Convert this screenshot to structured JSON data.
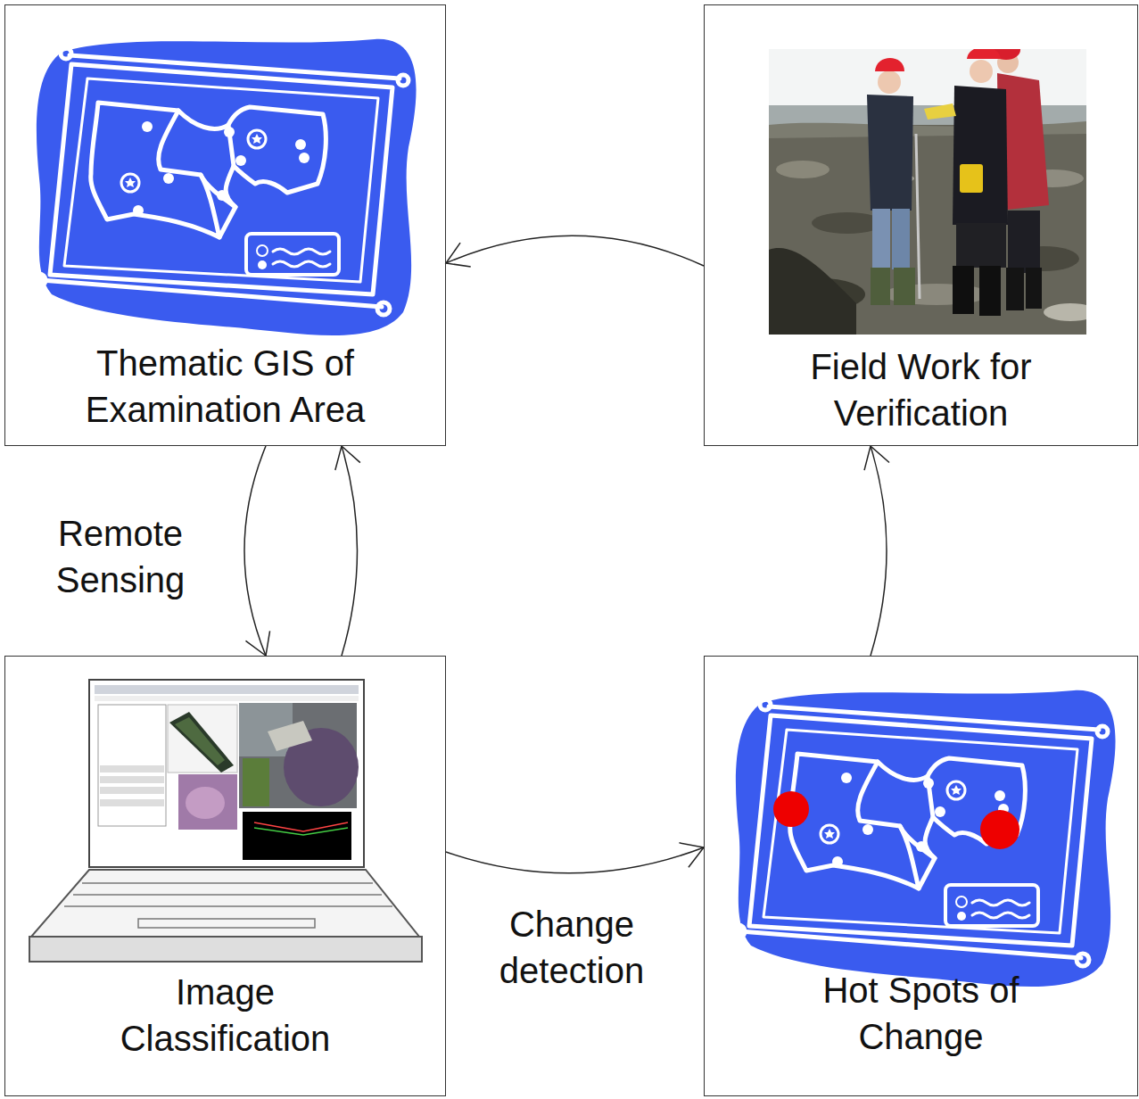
{
  "diagram": {
    "nodes": [
      {
        "text": [
          "Thematic GIS of Examination Area"
        ]
      },
      {
        "text": [
          "Field Work for Verification"
        ]
      },
      {
        "text": [
          "Image Classification"
        ]
      },
      {
        "text": [
          "Hot Spots of Change"
        ]
      }
    ],
    "edges": [
      {
        "from": 1,
        "to": 0,
        "arrow": "to"
      },
      {
        "from": 0,
        "to": 2,
        "arrow": "to",
        "label": "Remote Sensing"
      },
      {
        "from": 2,
        "to": 0,
        "arrow": "to"
      },
      {
        "from": 2,
        "to": 3,
        "arrow": "to",
        "label": "Change detection"
      },
      {
        "from": 3,
        "to": 1,
        "arrow": "to"
      }
    ]
  }
}
